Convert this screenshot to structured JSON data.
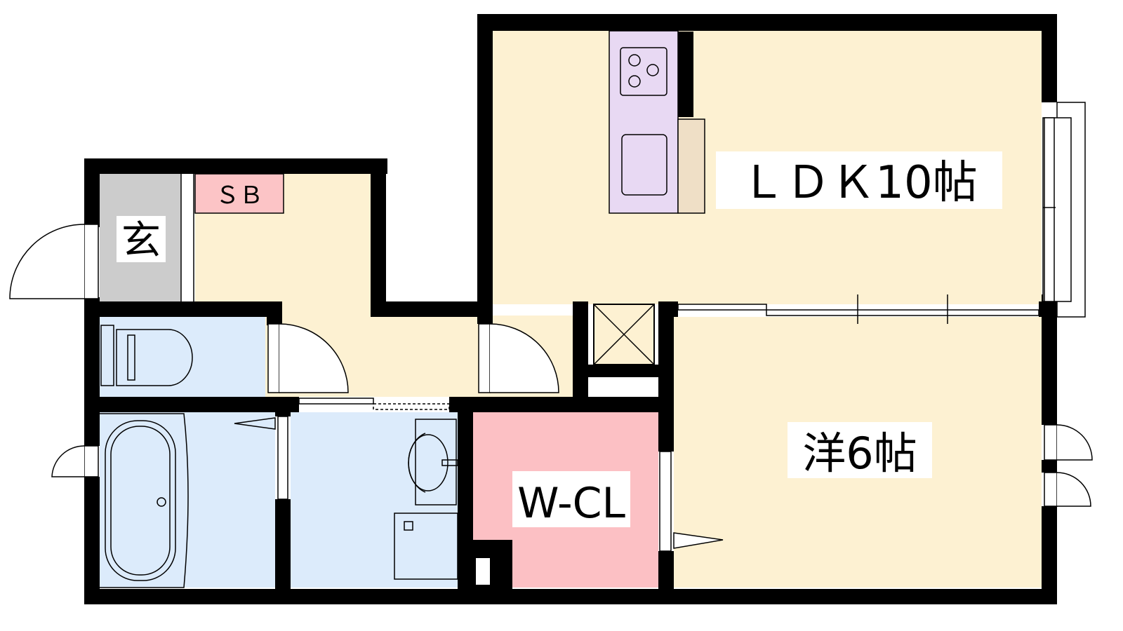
{
  "rooms": {
    "ldk": "ＬＤＫ10帖",
    "western": "洋6帖",
    "walk_in_closet": "W-CL",
    "entrance": "玄",
    "shoe_box": "ＳＢ"
  },
  "colors": {
    "floor": "#fdf1d2",
    "wet_area": "#dcebfb",
    "closet": "#fcc0c4",
    "entrance": "#cccccc",
    "kitchen": "#e8d9f3",
    "shoe_box": "#fcc4c6",
    "counter": "#efdfc6",
    "wall": "#000000"
  }
}
